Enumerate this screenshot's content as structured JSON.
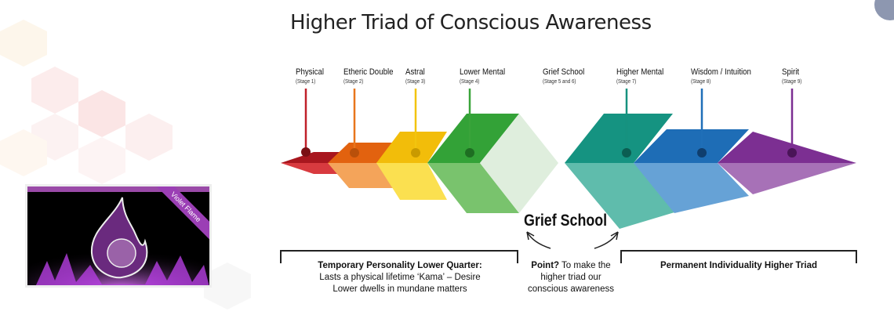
{
  "title": "Higher Triad of Conscious Awareness",
  "stages": [
    {
      "name": "Physical",
      "stage": "(Stage 1)",
      "color": "#c0202a"
    },
    {
      "name": "Etheric Double",
      "stage": "(Stage 2)",
      "color": "#e8761c"
    },
    {
      "name": "Astral",
      "stage": "(Stage 3)",
      "color": "#f2c40f"
    },
    {
      "name": "Lower Mental",
      "stage": "(Stage 4)",
      "color": "#3aa43a"
    },
    {
      "name": "Grief School",
      "stage": "(Stage 5 and 6)",
      "color": "#dfeedd"
    },
    {
      "name": "Higher Mental",
      "stage": "(Stage 7)",
      "color": "#16927f"
    },
    {
      "name": "Wisdom / Intuition",
      "stage": "(Stage 8)",
      "color": "#1f6fb8"
    },
    {
      "name": "Spirit",
      "stage": "(Stage 9)",
      "color": "#7b2e92"
    }
  ],
  "grief_school_label": "Grief School",
  "lower": {
    "heading": "Temporary Personality Lower Quarter:",
    "line1": "Lasts a physical lifetime ‘Kama’ – Desire",
    "line2": "Lower dwells in mundane matters"
  },
  "point": {
    "bold": "Point?",
    "rest": " To make the",
    "line2": "higher triad our",
    "line3": "conscious awareness"
  },
  "higher": {
    "heading": "Permanent Individuality Higher Triad"
  },
  "card": {
    "ribbon": "Violet Flame"
  }
}
